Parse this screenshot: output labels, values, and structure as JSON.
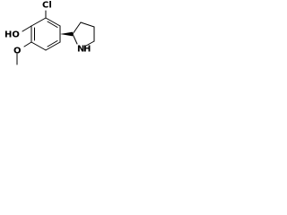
{
  "molecule": {
    "labels": {
      "chlorine": "Cl",
      "hydroxyl": "HO",
      "methoxy_oxygen": "O",
      "ring_nitrogen": "N",
      "nitrogen_hydrogen": "H"
    },
    "colors": {
      "bond": "#000000",
      "label": "#000000",
      "background": "#ffffff"
    },
    "features": {
      "stereo_bond": "wedge"
    }
  }
}
